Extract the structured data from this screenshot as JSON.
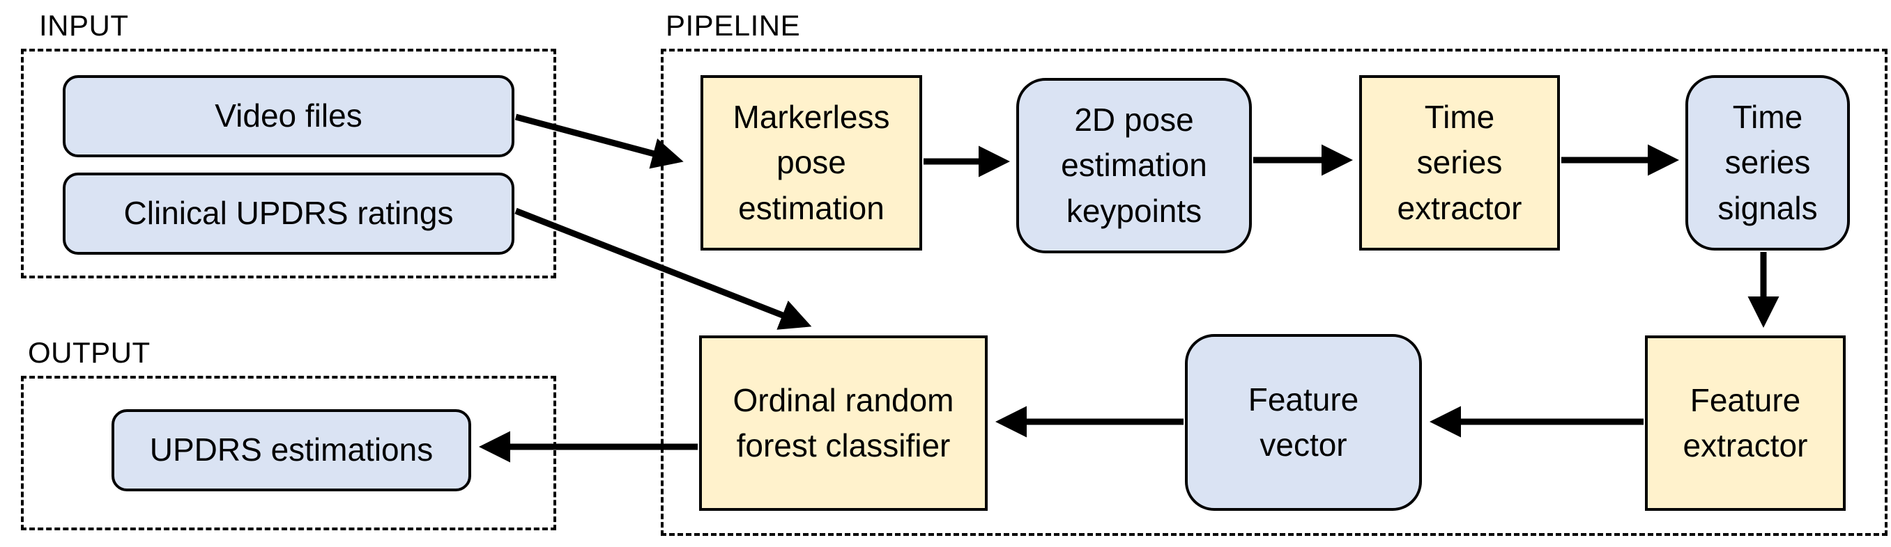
{
  "groups": {
    "input": "INPUT",
    "pipeline": "PIPELINE",
    "output": "OUTPUT"
  },
  "nodes": {
    "video_files": "Video files",
    "clinical_ratings": "Clinical UPDRS ratings",
    "markerless_pose": "Markerless\npose\nestimation",
    "keypoints": "2D pose\nestimation\nkeypoints",
    "ts_extractor": "Time\nseries\nextractor",
    "ts_signals": "Time\nseries\nsignals",
    "feature_extractor": "Feature\nextractor",
    "feature_vector": "Feature\nvector",
    "classifier": "Ordinal random\nforest classifier",
    "estimations": "UPDRS estimations"
  },
  "colors": {
    "data_node": "#dae3f3",
    "process_node": "#fff2cc",
    "stroke": "#000000"
  }
}
